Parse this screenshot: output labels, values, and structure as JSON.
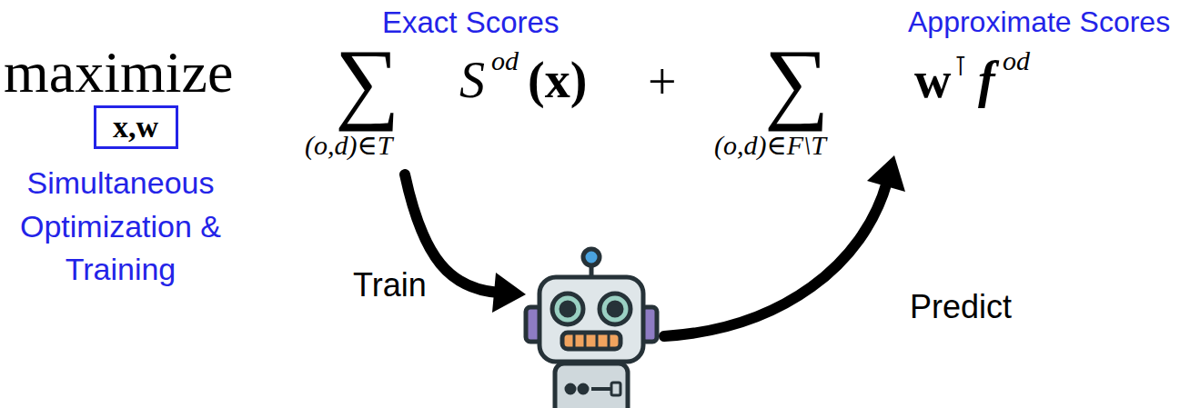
{
  "diagram": {
    "nodes": [
      {
        "text": [
          "x,w"
        ]
      }
    ],
    "labels": [
      "Exact Scores",
      "Approximate Scores",
      "maximize",
      "∑",
      "(o,d)∈T",
      "S",
      "od",
      "(x)",
      "+",
      "∑",
      "(o,d)∈F\\T",
      "w",
      "⊺",
      "f",
      "od",
      "Simultaneous Optimization & Training",
      "Train",
      "Predict"
    ]
  }
}
